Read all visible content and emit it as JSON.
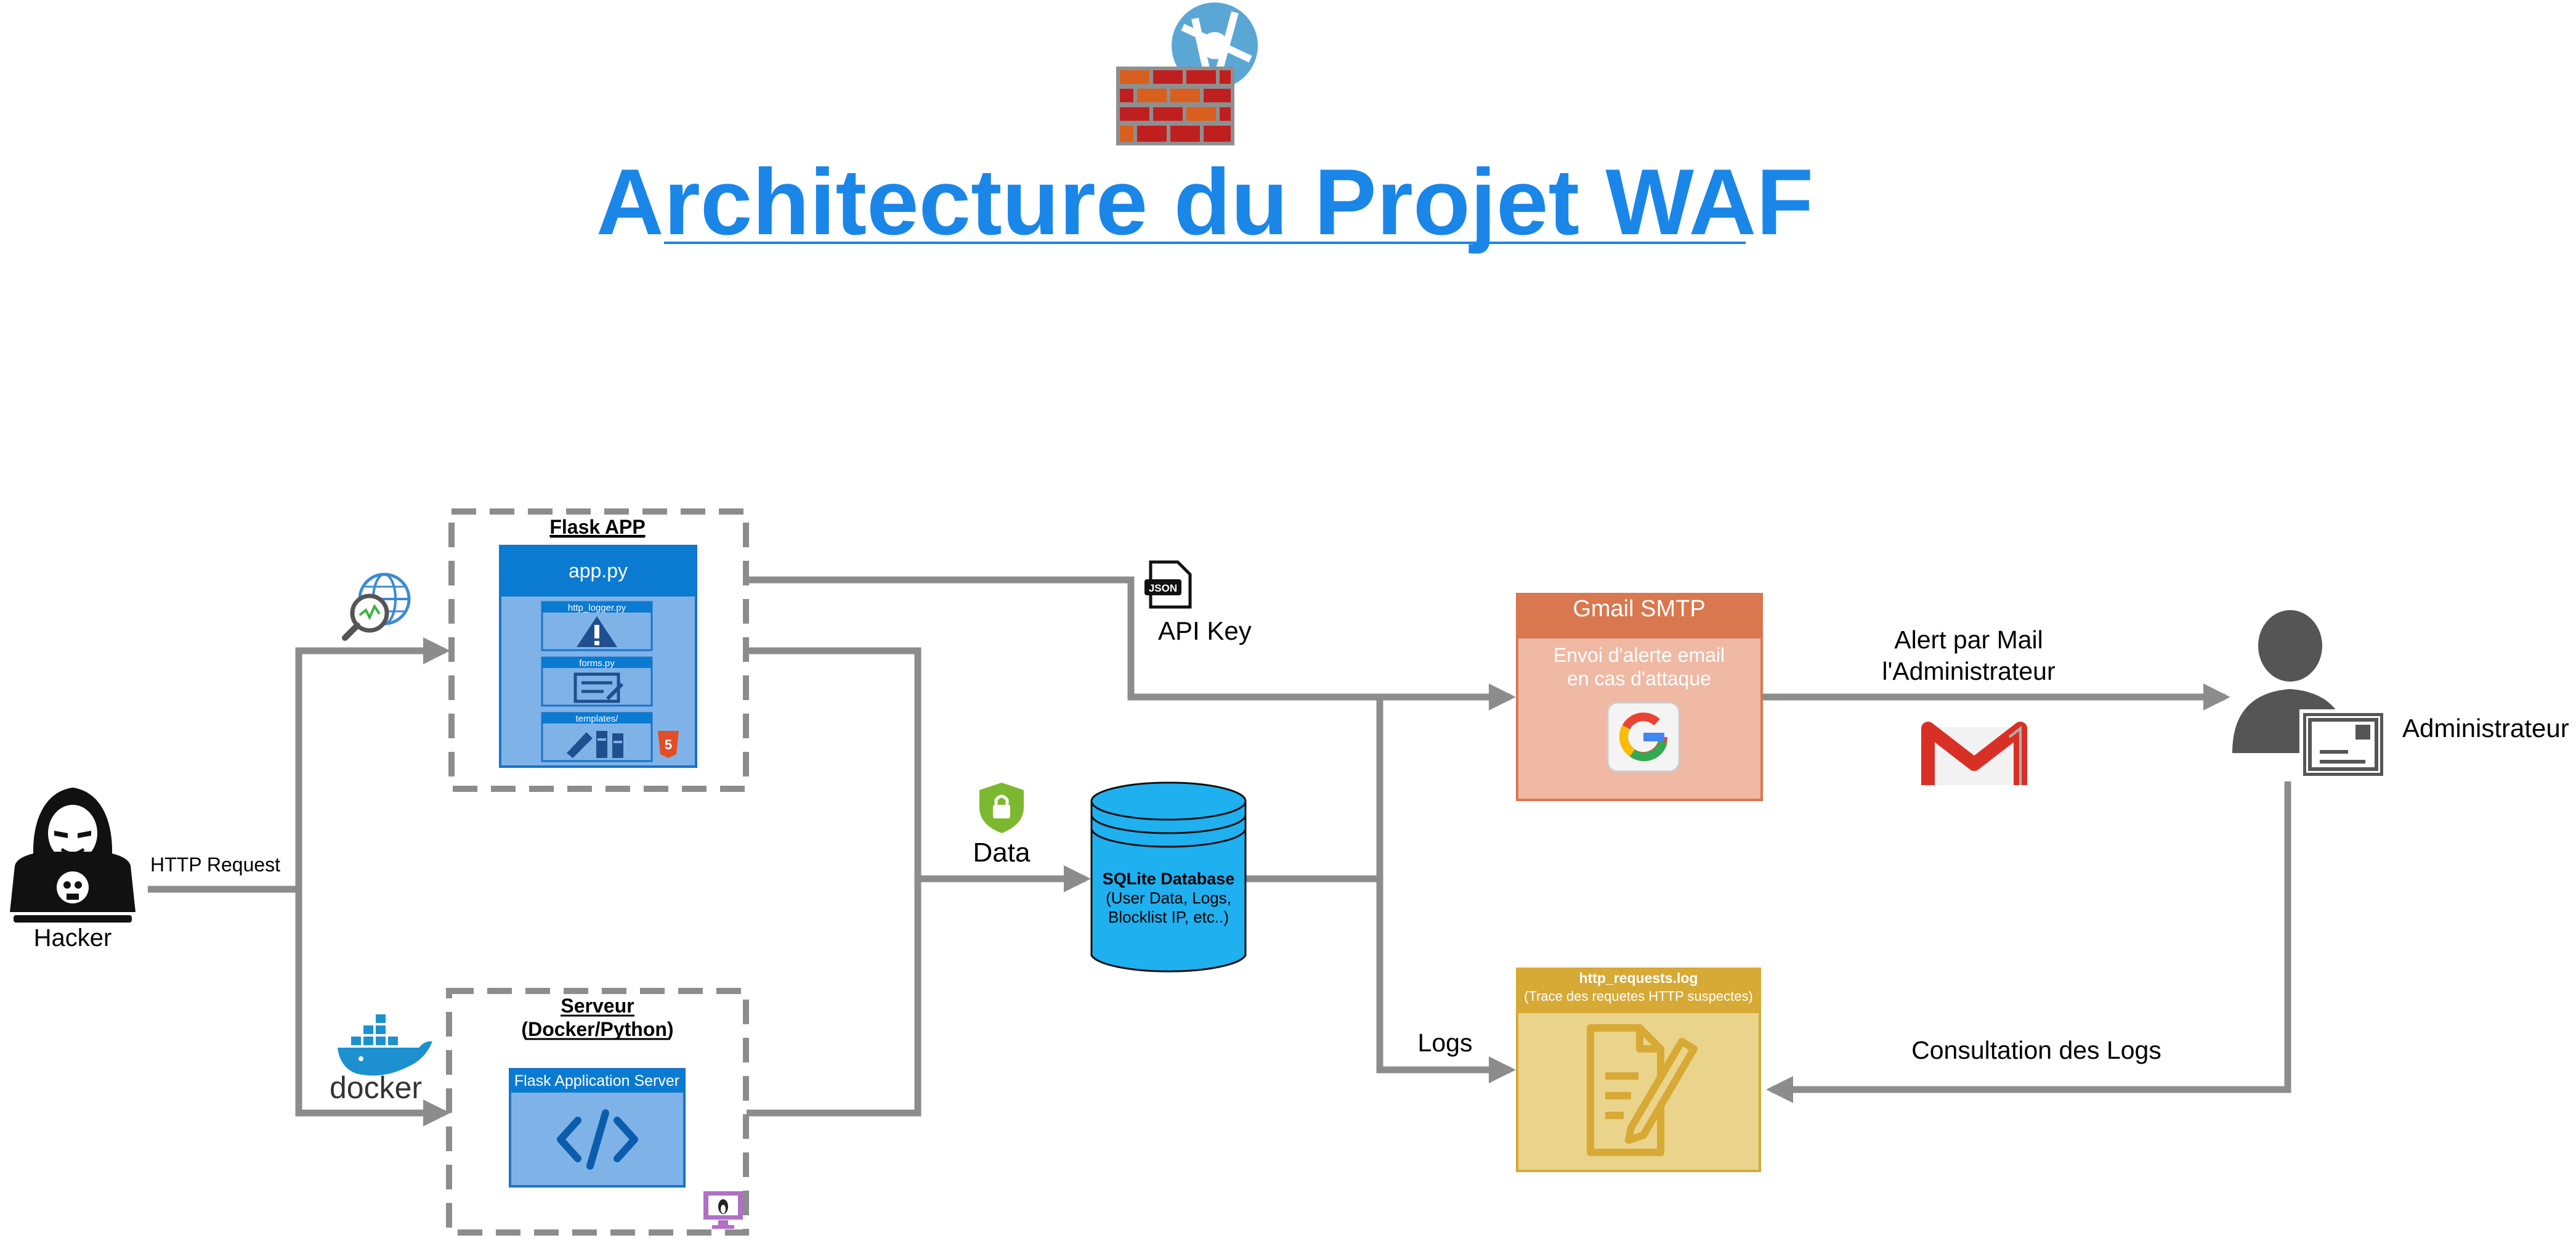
{
  "title": "Architecture du Projet WAF",
  "colors": {
    "title": "#1a86e8",
    "connector": "#8c8c8c",
    "flask_box_fill": "#7fb3e8",
    "flask_box_header": "#0b7ad1",
    "db_fill": "#1fb0ef",
    "gmail_header": "#d9774f",
    "gmail_body": "#efb9a4",
    "log_header": "#d7a935",
    "log_body": "#ead48c"
  },
  "actors": {
    "hacker": "Hacker",
    "admin": "Administrateur"
  },
  "flask_app": {
    "label": "Flask APP",
    "main_file": "app.py",
    "modules": [
      "http_logger.py",
      "forms.py",
      "templates/"
    ]
  },
  "server": {
    "label_line1": "Serveur",
    "label_line2": "(Docker/Python)",
    "inner_title": "Flask Application Server"
  },
  "database": {
    "title": "SQLite Database",
    "line1": "(User Data, Logs,",
    "line2": "Blocklist IP, etc..)"
  },
  "gmail": {
    "title": "Gmail SMTP",
    "line1": "Envoi d'alerte email",
    "line2": "en cas d'attaque"
  },
  "log_file": {
    "title": "http_requests.log",
    "subtitle": "(Trace des requetes HTTP suspectes)"
  },
  "edge_labels": {
    "http_request": "HTTP Request",
    "json_badge": "JSON",
    "api_key": "API Key",
    "data": "Data",
    "logs": "Logs",
    "alert_line1": "Alert par Mail",
    "alert_line2": "l'Administrateur",
    "consultation": "Consultation des Logs"
  },
  "logos": {
    "docker": "docker",
    "google": "G"
  },
  "icons": [
    "firewall-icon",
    "globe-search-icon",
    "docker-whale-icon",
    "linux-icon",
    "json-file-icon",
    "shield-lock-icon",
    "gmail-icon",
    "google-icon",
    "warning-icon",
    "form-icon",
    "code-icon",
    "html5-icon",
    "document-pen-icon",
    "admin-icon",
    "hacker-icon"
  ]
}
